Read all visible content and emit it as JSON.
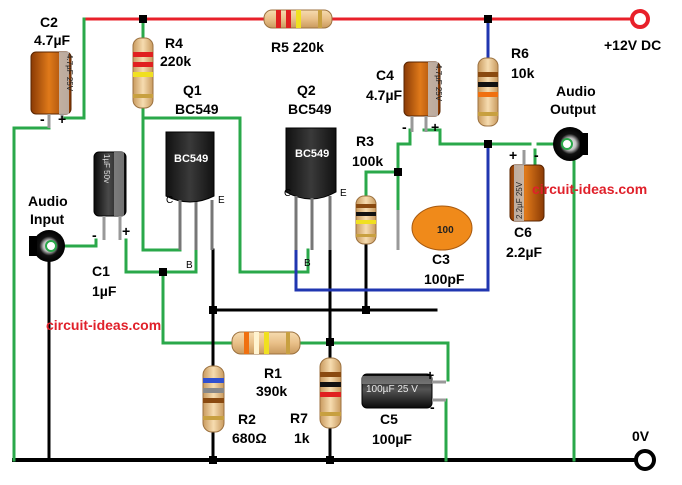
{
  "diagram": {
    "supply_label": "+12V DC",
    "ground_label": "0V",
    "audio_input": {
      "line1": "Audio",
      "line2": "Input"
    },
    "audio_output": {
      "line1": "Audio",
      "line2": "Output"
    },
    "watermark_1": "circuit-ideas.com",
    "watermark_2": "circuit-ideas.com",
    "components": {
      "c1": {
        "name": "C1",
        "value": "1µF",
        "body_text": "1µF 50v"
      },
      "c2": {
        "name": "C2",
        "value": "4.7µF",
        "body_text": "4.7µF 25V"
      },
      "c3": {
        "name": "C3",
        "value": "100pF",
        "body_text": "100"
      },
      "c4": {
        "name": "C4",
        "value": "4.7µF",
        "body_text": "4.7µF 25V"
      },
      "c5": {
        "name": "C5",
        "value": "100µF",
        "body_text": "100µF 25 V"
      },
      "c6": {
        "name": "C6",
        "value": "2.2µF",
        "body_text": "2.2µF 25V"
      },
      "r1": {
        "name": "R1",
        "value": "390k"
      },
      "r2": {
        "name": "R2",
        "value": "680Ω"
      },
      "r3": {
        "name": "R3",
        "value": "100k"
      },
      "r4": {
        "name": "R4",
        "value": "220k"
      },
      "r5": {
        "name": "R5",
        "value": "220k"
      },
      "r6": {
        "name": "R6",
        "value": "10k"
      },
      "r7": {
        "name": "R7",
        "value": "1k"
      },
      "q1": {
        "name": "Q1",
        "part": "BC549",
        "chip": "BC549",
        "pin_c": "C",
        "pin_b": "B",
        "pin_e": "E"
      },
      "q2": {
        "name": "Q2",
        "part": "BC549",
        "chip": "BC549",
        "pin_c": "C",
        "pin_b": "B",
        "pin_e": "E"
      }
    },
    "polarity": {
      "plus": "+",
      "minus": "-"
    },
    "colors": {
      "supply": "#e8202a",
      "ground": "#000000",
      "signal": "#2aa84a",
      "feedback": "#2036b0",
      "brand": "#e0202a"
    }
  }
}
